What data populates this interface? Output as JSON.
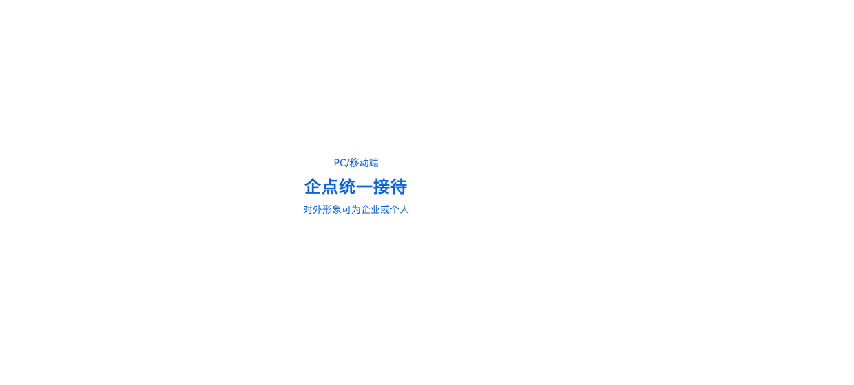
{
  "hero": {
    "eyebrow": "PC/移动端",
    "headline": "企点统一接待",
    "subline": "对外形象可为企业或个人"
  },
  "theme": {
    "accent": "#0a62e0",
    "background": "#ffffff"
  }
}
